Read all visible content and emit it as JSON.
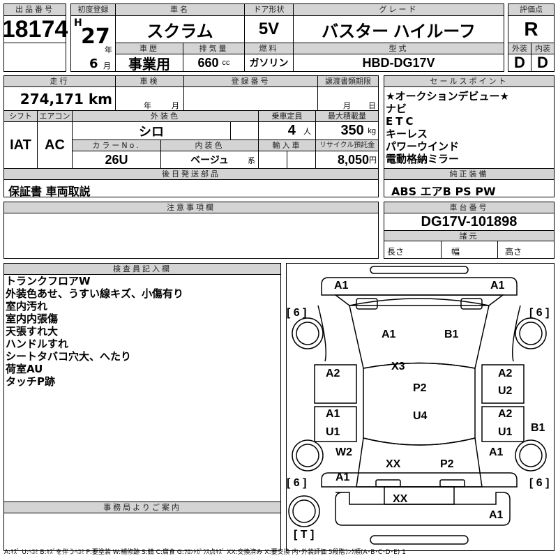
{
  "lot": {
    "label": "出品番号",
    "value": "18174"
  },
  "first_reg": {
    "label": "初度登録",
    "era": "H",
    "year": "27",
    "year_unit": "年",
    "month": "6",
    "month_unit": "月"
  },
  "car_name": {
    "label": "車名",
    "value": "スクラム"
  },
  "door": {
    "label": "ドア形状",
    "value": "5V"
  },
  "grade": {
    "label": "グレード",
    "value": "バスター ハイルーフ"
  },
  "score": {
    "label": "評価点",
    "value": "R",
    "ext_label": "外装",
    "int_label": "内装",
    "ext": "D",
    "int": "D"
  },
  "history": {
    "label": "車歴",
    "value": "事業用"
  },
  "displacement": {
    "label": "排気量",
    "value": "660",
    "unit": "cc"
  },
  "fuel": {
    "label": "燃料",
    "value": "ガソリン"
  },
  "model": {
    "label": "型式",
    "value": "HBD-DG17V"
  },
  "mileage": {
    "label": "走行",
    "value": "274,171",
    "unit": "km"
  },
  "inspection": {
    "label": "車検",
    "year_unit": "年",
    "month_unit": "月"
  },
  "reg_no": {
    "label": "登録番号"
  },
  "transfer": {
    "label": "譲渡書類期限",
    "month_unit": "月",
    "day_unit": "日"
  },
  "shift": {
    "label": "シフト",
    "value": "IAT"
  },
  "aircon": {
    "label": "エアコン",
    "value": "AC"
  },
  "ext_color": {
    "label": "外装色",
    "value": "シロ"
  },
  "capacity": {
    "label": "乗車定員",
    "value": "4",
    "unit": "人"
  },
  "max_load": {
    "label": "最大積載量",
    "value": "350",
    "unit": "kg"
  },
  "color_no": {
    "label": "カラーNo.",
    "value": "26U"
  },
  "int_color": {
    "label": "内装色",
    "value": "ベージュ",
    "suffix": "系"
  },
  "import": {
    "label": "輸入車"
  },
  "recycle": {
    "label": "リサイクル預託金",
    "value": "8,050",
    "unit": "円"
  },
  "parts_later": {
    "label": "後日発送部品",
    "value": "保証書 車両取説"
  },
  "sales_points": {
    "label": "セールスポイント",
    "items": [
      "★オークションデビュー★",
      "ナビ",
      "ETC",
      "キーレス",
      "パワーウインド",
      "電動格納ミラー"
    ]
  },
  "equipment": {
    "label": "純正装備",
    "value": "ABS エアB PS PW"
  },
  "notes": {
    "label": "注意事項欄"
  },
  "chassis": {
    "label": "車台番号",
    "value": "DG17V-101898"
  },
  "specs": {
    "label": "諸元",
    "length": "長さ",
    "width": "幅",
    "height": "高さ"
  },
  "inspector": {
    "label": "検査員記入欄",
    "items": [
      "トランクフロアW",
      "外装色あせ、うすい線キズ、小傷有り",
      "室内汚れ",
      "室内内張傷",
      "天張すれ大",
      "ハンドルすれ",
      "シートタバコ穴大、へたり",
      "荷室AU",
      "タッチP跡"
    ]
  },
  "office": {
    "label": "事務局よりご案内"
  },
  "diagram": {
    "tire_label": "[ 6 ]",
    "spare_label": "[ T ]",
    "marks": [
      "A1",
      "A1",
      "A1",
      "B1",
      "X3",
      "A2",
      "A2",
      "U2",
      "P2",
      "A1",
      "U4",
      "A2",
      "U1",
      "U1",
      "B1",
      "W2",
      "A1",
      "XX",
      "P2",
      "A1",
      "XX",
      "A1"
    ]
  },
  "legend": "A:ｷｽﾞ U:ﾍｺﾐ B:ｷｽﾞを伴うﾍｺﾐ P:要塗装 W:補修跡 S:錆 C:腐食 G:ﾌﾛﾝﾄｶﾞﾗｽ点ｷｽﾞ XX:交換済み X:要交換 内･外装評価 5段階ﾗﾝｸ順(A･B･C･D･E) 1"
}
